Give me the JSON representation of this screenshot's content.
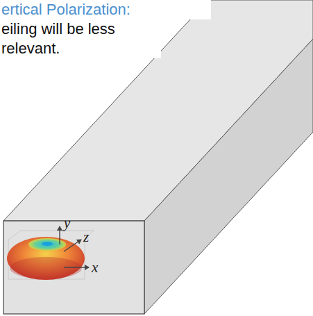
{
  "diagram": {
    "labels": [
      "ertical Polarization:",
      "eiling will be less relevant.",
      "y",
      "z",
      "x"
    ]
  }
}
